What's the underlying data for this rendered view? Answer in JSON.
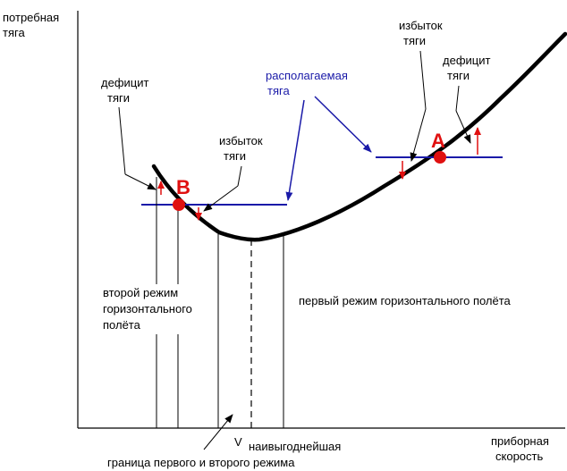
{
  "axes": {
    "y_label_line1": "потребная",
    "y_label_line2": "тяга",
    "x_label_line1": "приборная",
    "x_label_line2": "скорость"
  },
  "labels": {
    "deficit_left_line1": "дефицит",
    "deficit_left_line2": "тяги",
    "excess_left_line1": "избыток",
    "excess_left_line2": "тяги",
    "available_line1": "располагаемая",
    "available_line2": "тяга",
    "excess_right_line1": "избыток",
    "excess_right_line2": "тяги",
    "deficit_right_line1": "дефицит",
    "deficit_right_line2": "тяги",
    "regime2_line1": "второй режим",
    "regime2_line2": "горизонтального",
    "regime2_line3": "полёта",
    "regime1": "первый режим горизонтального полёта",
    "v_symbol": "V",
    "v_subscript": "наивыгоднейшая",
    "boundary": "граница первого и второго режима"
  },
  "points": {
    "a_label": "A",
    "b_label": "B"
  },
  "colors": {
    "curve": "#000000",
    "available_thrust": "#1a1aa8",
    "point_marker": "#e01010",
    "arrow_red": "#e01010"
  }
}
